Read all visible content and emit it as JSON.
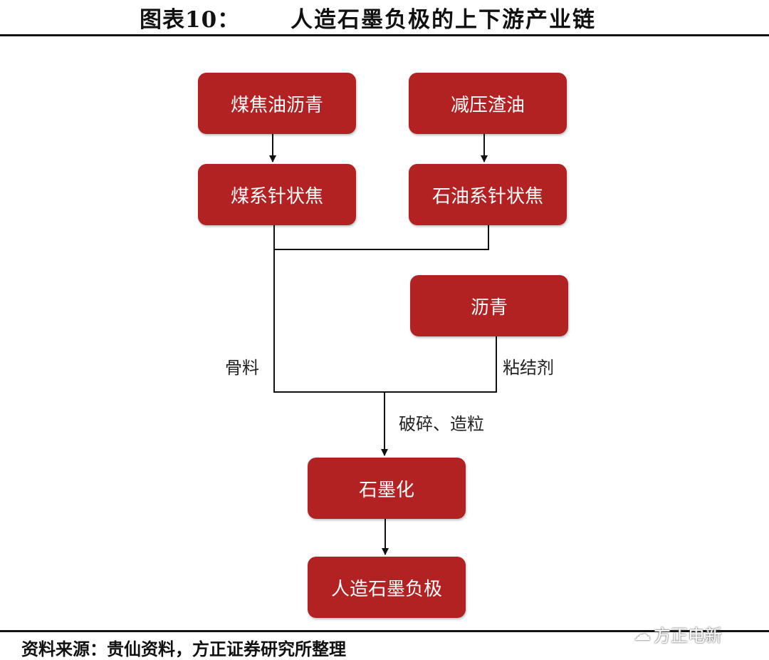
{
  "header": {
    "title_prefix": "图表10：",
    "title_main": "人造石墨负极的上下游产业链"
  },
  "nodes": {
    "coal_tar_pitch": "煤焦油沥青",
    "vacuum_residue": "减压渣油",
    "coal_needle_coke": "煤系针状焦",
    "petroleum_needle_coke": "石油系针状焦",
    "pitch": "沥青",
    "graphitization": "石墨化",
    "artificial_graphite_anode": "人造石墨负极"
  },
  "edge_labels": {
    "aggregate": "骨料",
    "binder": "粘结剂",
    "crush_granulate": "破碎、造粒"
  },
  "footer": {
    "source": "资料来源：贵仙资料，方正证券研究所整理"
  },
  "watermark": {
    "text": "方正电新",
    "icon": "wechat-icon"
  }
}
